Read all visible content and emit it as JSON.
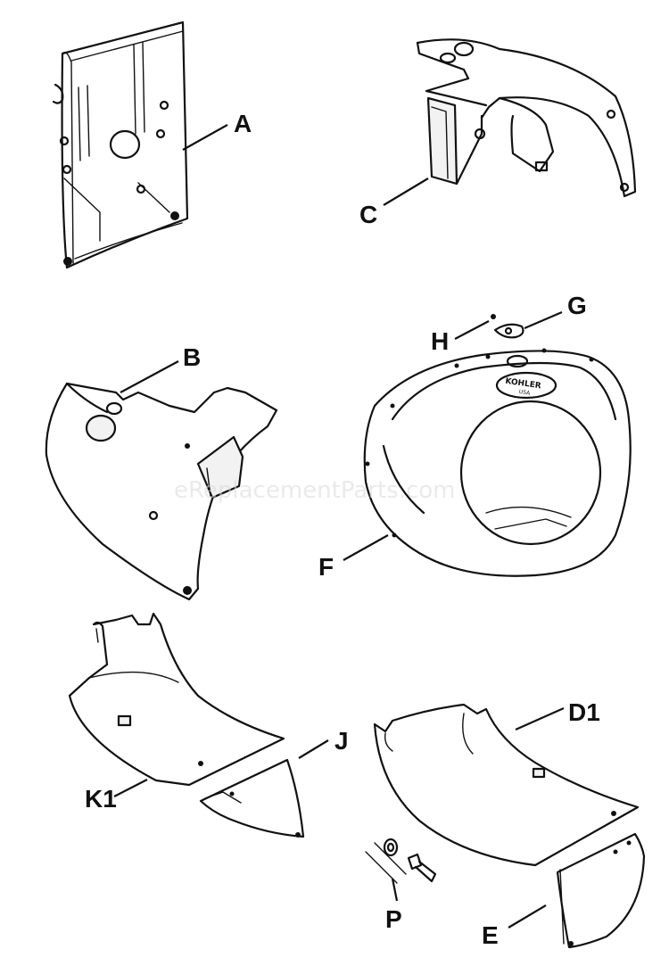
{
  "diagram": {
    "watermark": "eReplacementParts.com",
    "logo": {
      "brand": "KOHLER",
      "sub": "USA"
    },
    "labels": {
      "A": "A",
      "B": "B",
      "C": "C",
      "D1": "D1",
      "E": "E",
      "F": "F",
      "G": "G",
      "H": "H",
      "J": "J",
      "K1": "K1",
      "P": "P"
    }
  }
}
